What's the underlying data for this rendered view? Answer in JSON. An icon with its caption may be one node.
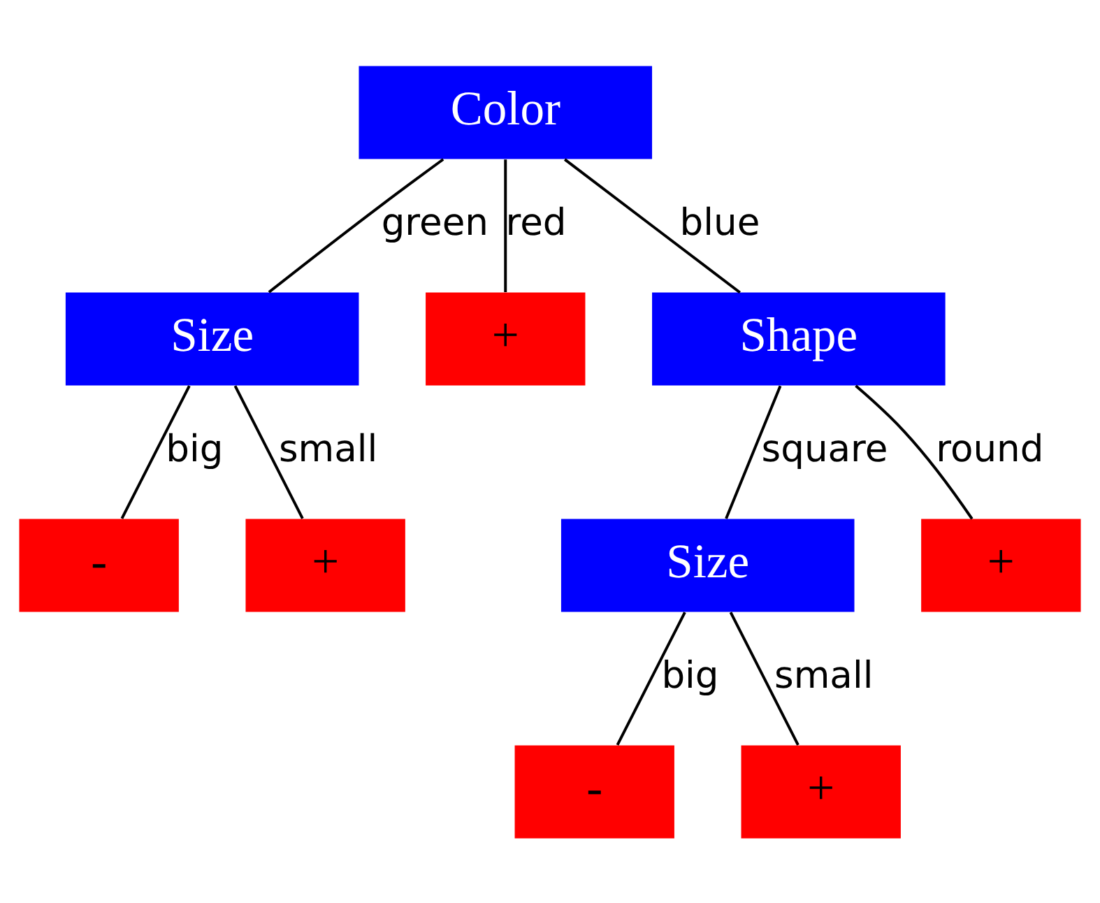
{
  "diagram": {
    "nodes": [
      {
        "text": [
          "Color"
        ]
      },
      {
        "text": [
          "Size"
        ]
      },
      {
        "text": [
          "+"
        ]
      },
      {
        "text": [
          "Shape"
        ]
      },
      {
        "text": [
          "-"
        ]
      },
      {
        "text": [
          "+"
        ]
      },
      {
        "text": [
          "Size"
        ]
      },
      {
        "text": [
          "+"
        ]
      },
      {
        "text": [
          "-"
        ]
      },
      {
        "text": [
          "+"
        ]
      }
    ],
    "edges": [
      {
        "from": 0,
        "to": 1,
        "arrow": "none",
        "label": "green"
      },
      {
        "from": 0,
        "to": 2,
        "arrow": "none",
        "label": "red"
      },
      {
        "from": 0,
        "to": 3,
        "arrow": "none",
        "label": "blue"
      },
      {
        "from": 1,
        "to": 4,
        "arrow": "none",
        "label": "big"
      },
      {
        "from": 1,
        "to": 5,
        "arrow": "none",
        "label": "small"
      },
      {
        "from": 3,
        "to": 6,
        "arrow": "none",
        "label": "square"
      },
      {
        "from": 3,
        "to": 7,
        "arrow": "none",
        "label": "round"
      },
      {
        "from": 6,
        "to": 8,
        "arrow": "none",
        "label": "big"
      },
      {
        "from": 6,
        "to": 9,
        "arrow": "none",
        "label": "small"
      }
    ]
  }
}
